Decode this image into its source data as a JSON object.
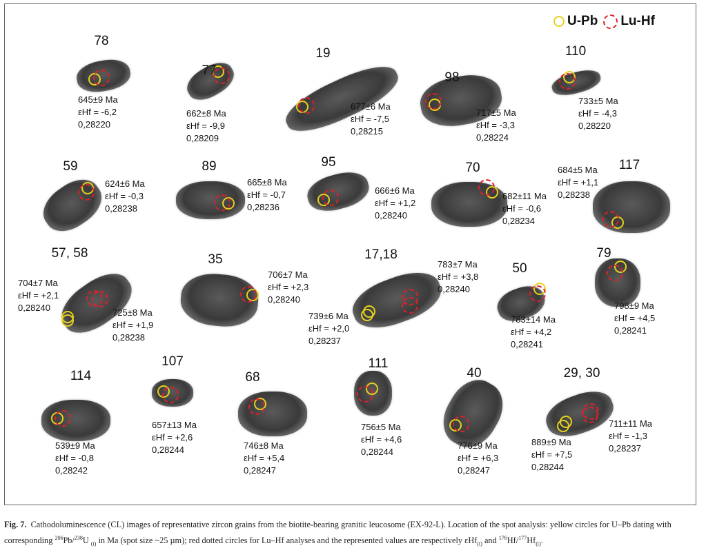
{
  "legend": {
    "upb": "U-Pb",
    "luhf": "Lu-Hf"
  },
  "grains": [
    {
      "label": "78",
      "analyses": [
        {
          "age": "645±9 Ma",
          "ehf": "εHf = -6,2",
          "ratio": "0,28220"
        }
      ]
    },
    {
      "label": "77",
      "analyses": [
        {
          "age": "662±8 Ma",
          "ehf": "εHf = -9,9",
          "ratio": "0,28209"
        }
      ]
    },
    {
      "label": "19",
      "analyses": [
        {
          "age": "677±6 Ma",
          "ehf": "εHf = -7,5",
          "ratio": "0,28215"
        }
      ]
    },
    {
      "label": "98",
      "analyses": [
        {
          "age": "717±5 Ma",
          "ehf": "εHf = -3,3",
          "ratio": "0,28224"
        }
      ]
    },
    {
      "label": "110",
      "analyses": [
        {
          "age": "733±5 Ma",
          "ehf": "εHf = -4,3",
          "ratio": "0,28220"
        }
      ]
    },
    {
      "label": "59",
      "analyses": [
        {
          "age": "624±6 Ma",
          "ehf": "εHf = -0,3",
          "ratio": "0,28238"
        }
      ]
    },
    {
      "label": "89",
      "analyses": [
        {
          "age": "665±8 Ma",
          "ehf": "εHf = -0,7",
          "ratio": "0,28236"
        }
      ]
    },
    {
      "label": "95",
      "analyses": [
        {
          "age": "666±6 Ma",
          "ehf": "εHf = +1,2",
          "ratio": "0,28240"
        }
      ]
    },
    {
      "label": "70",
      "analyses": [
        {
          "age": "682±11 Ma",
          "ehf": "εHf = -0,6",
          "ratio": "0,28234"
        }
      ]
    },
    {
      "label": "117",
      "analyses": [
        {
          "age": "684±5 Ma",
          "ehf": "εHf = +1,1",
          "ratio": "0,28238"
        }
      ]
    },
    {
      "label": "57, 58",
      "analyses": [
        {
          "age": "704±7 Ma",
          "ehf": "εHf = +2,1",
          "ratio": "0,28240"
        },
        {
          "age": "725±8 Ma",
          "ehf": "εHf = +1,9",
          "ratio": "0,28238"
        }
      ]
    },
    {
      "label": "35",
      "analyses": [
        {
          "age": "706±7 Ma",
          "ehf": "εHf = +2,3",
          "ratio": "0,28240"
        }
      ]
    },
    {
      "label": "17,18",
      "analyses": [
        {
          "age": "739±6 Ma",
          "ehf": "εHf = +2,0",
          "ratio": "0,28237"
        },
        {
          "age": "783±7 Ma",
          "ehf": "εHf = +3,8",
          "ratio": "0,28240"
        }
      ]
    },
    {
      "label": "50",
      "analyses": [
        {
          "age": "783±14 Ma",
          "ehf": "εHf = +4,2",
          "ratio": "0,28241"
        }
      ]
    },
    {
      "label": "79",
      "analyses": [
        {
          "age": "798±9 Ma",
          "ehf": "εHf = +4,5",
          "ratio": "0,28241"
        }
      ]
    },
    {
      "label": "114",
      "analyses": [
        {
          "age": "539±9 Ma",
          "ehf": "εHf = -0,8",
          "ratio": "0,28242"
        }
      ]
    },
    {
      "label": "107",
      "analyses": [
        {
          "age": "657±13 Ma",
          "ehf": "εHf = +2,6",
          "ratio": "0,28244"
        }
      ]
    },
    {
      "label": "68",
      "analyses": [
        {
          "age": "746±8 Ma",
          "ehf": "εHf = +5,4",
          "ratio": "0,28247"
        }
      ]
    },
    {
      "label": "111",
      "analyses": [
        {
          "age": "756±5 Ma",
          "ehf": "εHf = +4,6",
          "ratio": "0,28244"
        }
      ]
    },
    {
      "label": "40",
      "analyses": [
        {
          "age": "776±9 Ma",
          "ehf": "εHf = +6,3",
          "ratio": "0,28247"
        }
      ]
    },
    {
      "label": "29, 30",
      "analyses": [
        {
          "age": "889±9 Ma",
          "ehf": "εHf = +7,5",
          "ratio": "0,28244"
        },
        {
          "age": "711±11 Ma",
          "ehf": "εHf = -1,3",
          "ratio": "0,28237"
        }
      ]
    }
  ],
  "caption": {
    "fig": "Fig. 7.",
    "text1": "Cathodoluminescence (CL) images of representative zircon grains from the biotite-bearing granitic leucosome (EX-92-L). Location of the spot analysis: yellow circles for U–Pb dating with corresponding",
    "sup206": "206",
    "pb": "Pb/",
    "sup238": "238",
    "u": "U",
    "sub_t1": "(t)",
    "text2": "in Ma (spot size ~25 µm); red dotted circles for Lu–Hf analyses and the represented values are respectively",
    "ehf": "εHf",
    "sub_t2": "(t)",
    "and": "and",
    "sup176": "176",
    "hf1": "Hf/",
    "sup177": "177",
    "hf2": "Hf",
    "sub_t3": "(t)",
    "end": "."
  }
}
